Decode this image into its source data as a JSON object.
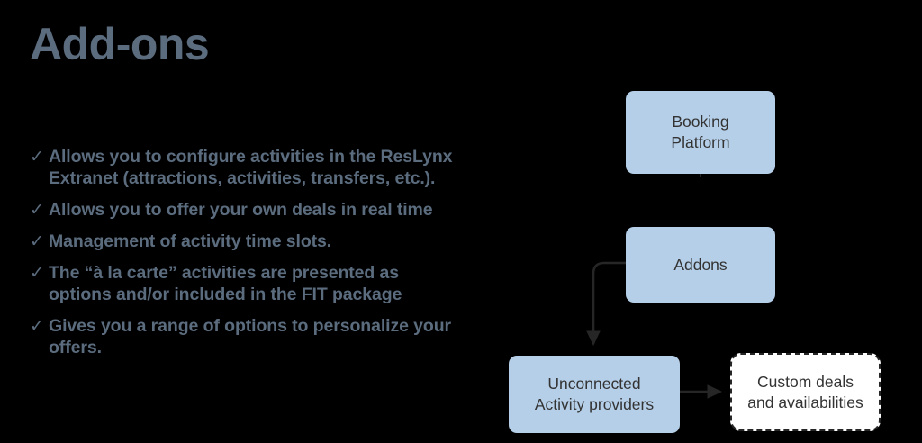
{
  "slide": {
    "title": "Add-ons",
    "background_color": "#000000",
    "title_color": "#5b6c7e",
    "bullet_color": "#5b6c7e",
    "node_fill_color": "#b5cfe8",
    "node_text_color": "#333333",
    "connector_color": "#262626"
  },
  "bullets": {
    "marker": "✓",
    "items": [
      {
        "text": "Allows you to configure activities in the ResLynx Extranet (attractions, activities, transfers, etc.)."
      },
      {
        "text": "Allows you to offer your own deals in real time"
      },
      {
        "text": "Management of activity time slots."
      },
      {
        "text": "The “à la carte” activities are presented as options and/or included in the FIT package"
      },
      {
        "text": "Gives you a range of options to personalize your offers."
      }
    ]
  },
  "diagram": {
    "nodes": [
      {
        "id": "booking-platform",
        "label": "Booking\nPlatform",
        "line1": "Booking",
        "line2": "Platform",
        "style": "filled"
      },
      {
        "id": "addons",
        "label": "Addons",
        "line1": "Addons",
        "line2": "",
        "style": "filled"
      },
      {
        "id": "unconnected-activity-providers",
        "label": "Unconnected\nActivity providers",
        "line1": "Unconnected",
        "line2": "Activity providers",
        "style": "filled"
      },
      {
        "id": "custom-deals-and-availabilities",
        "label": "Custom deals\nand availabilities",
        "line1": "Custom deals",
        "line2": "and availabilities",
        "style": "dashed"
      }
    ],
    "connectors": [
      {
        "id": "addons-to-unconnected",
        "from": "addons",
        "to": "unconnected-activity-providers",
        "shape": "elbow"
      },
      {
        "id": "unconnected-to-custom-deals",
        "from": "unconnected-activity-providers",
        "to": "custom-deals-and-availabilities",
        "shape": "straight"
      }
    ]
  }
}
